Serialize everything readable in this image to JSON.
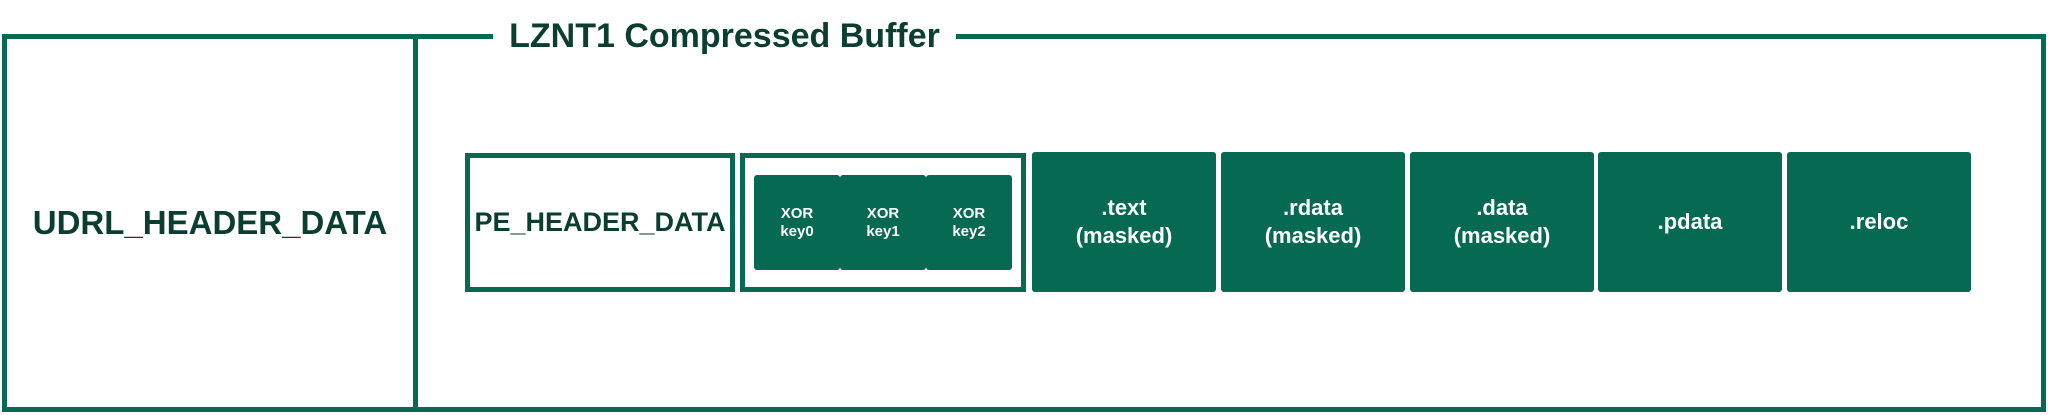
{
  "diagram": {
    "title": "LZNT1 Compressed Buffer",
    "udrl_header": "UDRL_HEADER_DATA",
    "pe_header": "PE_HEADER_DATA",
    "xor_keys": [
      {
        "line1": "XOR",
        "line2": "key0"
      },
      {
        "line1": "XOR",
        "line2": "key1"
      },
      {
        "line1": "XOR",
        "line2": "key2"
      }
    ],
    "sections": [
      {
        "name": ".text",
        "note": "(masked)"
      },
      {
        "name": ".rdata",
        "note": "(masked)"
      },
      {
        "name": ".data",
        "note": "(masked)"
      },
      {
        "name": ".pdata",
        "note": ""
      },
      {
        "name": ".reloc",
        "note": ""
      }
    ]
  },
  "colors": {
    "accent": "#066951",
    "title_text": "#0b3d31",
    "block_text": "#ffffff"
  }
}
